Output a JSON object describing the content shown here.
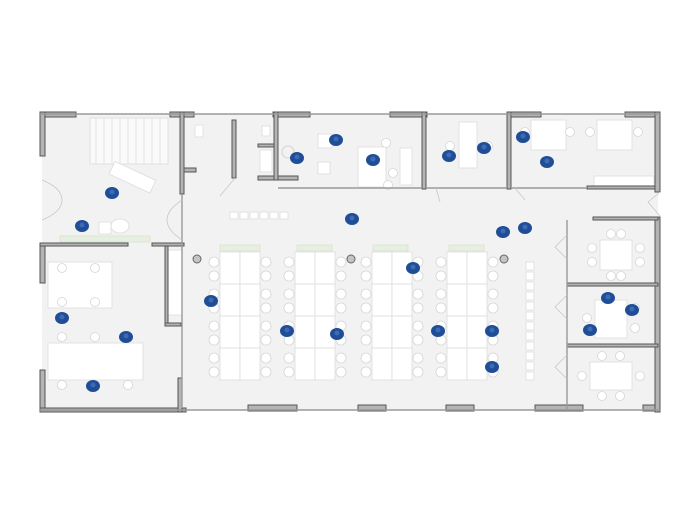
{
  "plan": {
    "kind": "office-floor-plan",
    "colors": {
      "floor": "#f2f2f2",
      "wall": "#b4b4b4",
      "wall_outline": "#555555",
      "furniture": "#ffffff",
      "person": "#1f4e96",
      "plant": "#e6efe0"
    },
    "icons": [
      "person-icon",
      "desk",
      "chair",
      "column",
      "door",
      "stairs",
      "toilet"
    ]
  }
}
